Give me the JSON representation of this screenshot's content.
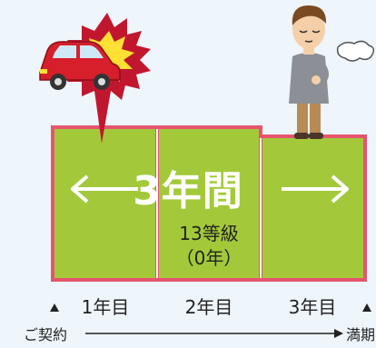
{
  "period_label": "3年間",
  "grade_line1": "13等級",
  "grade_line2": "（0年）",
  "years": [
    "1年目",
    "2年目",
    "3年目"
  ],
  "axis_start": "ご契約",
  "axis_end": "満期",
  "colors": {
    "background": "#eef5fb",
    "block_fill": "#a3c93a",
    "block_border": "#e5556f",
    "burst": "#c0172f",
    "car": "#d61f2b"
  }
}
